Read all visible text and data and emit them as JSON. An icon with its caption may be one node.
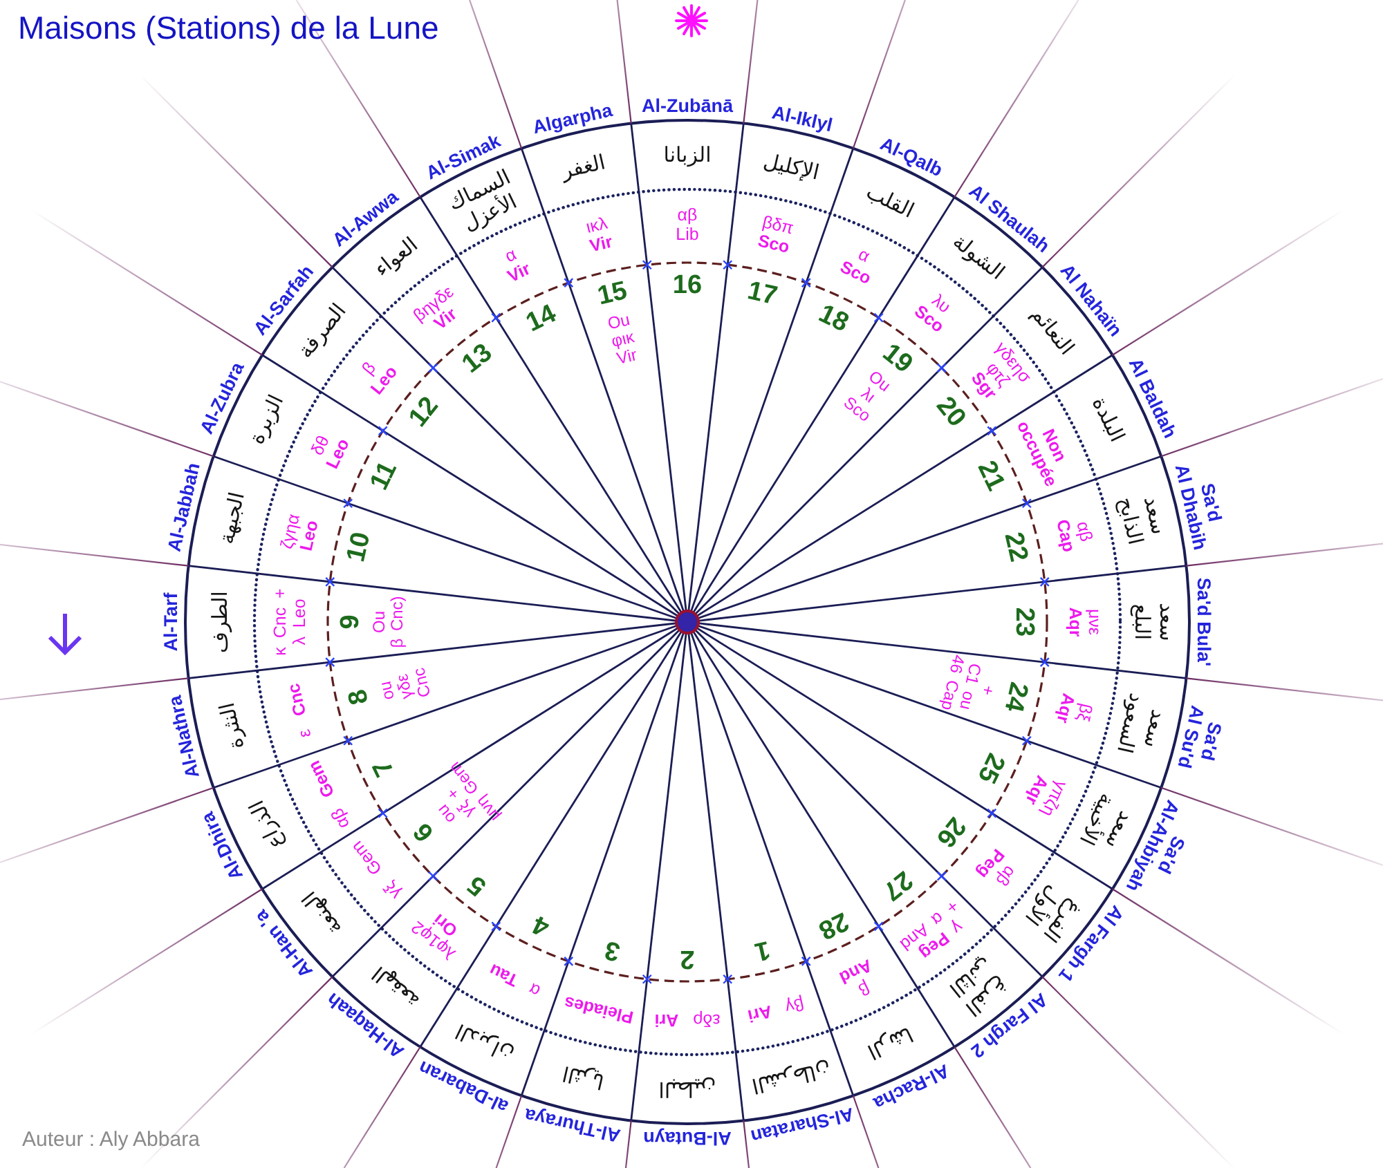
{
  "diagram": {
    "title": "Maisons (Stations) de la Lune",
    "nodes": [
      {
        "text": [
          "Al-Sharatan",
          "الشرطان",
          "βγ **Ari**",
          "1"
        ]
      },
      {
        "text": [
          "Al-Butayn",
          "البطين",
          "εδρ **Ari**",
          "2"
        ]
      },
      {
        "text": [
          "Al-Thuraya",
          "الثريا",
          "Pleiades",
          "3"
        ]
      },
      {
        "text": [
          "al-Dabaran",
          "الدبران",
          "α **Tau**",
          "4"
        ]
      },
      {
        "text": [
          "Al-Haqaah",
          "الهقعة",
          "λφ1φ2 **Ori**",
          "5"
        ]
      },
      {
        "text": [
          "Al-Han 'a",
          "الهنعة",
          "γξ Gem",
          "6",
          "ou γξ + μνη Gem"
        ]
      },
      {
        "text": [
          "Al-Dhira",
          "الذراع",
          "αβ **Gem**",
          "7"
        ]
      },
      {
        "text": [
          "Al-Nathra",
          "النثرة",
          "ε **Cnc**",
          "8",
          "ou γδε Cnc"
        ]
      },
      {
        "text": [
          "Al-Tarf",
          "الطرف",
          "κ Cnc + λ Leo",
          "9",
          "Ou β Cnc)"
        ]
      },
      {
        "text": [
          "Al-Jabbah",
          "الجبهة",
          "ζγηα **Leo**",
          "10"
        ]
      },
      {
        "text": [
          "Al-Zubra",
          "الزبرة",
          "δθ **Leo**",
          "11"
        ]
      },
      {
        "text": [
          "Al-Sarfah",
          "الصرفة",
          "β **Leo**",
          "12"
        ]
      },
      {
        "text": [
          "Al-Awwa",
          "العواء",
          "βηγδε **Vir**",
          "13"
        ]
      },
      {
        "text": [
          "Al-Simak",
          "السماك الأعزل",
          "α **Vir**",
          "14"
        ]
      },
      {
        "text": [
          "Algarpha",
          "الغفر",
          "ικλ **Vir**",
          "15",
          "Ou φικ Vir"
        ]
      },
      {
        "text": [
          "Al-Zubānā",
          "الزبانا",
          "αβ Lib",
          "16"
        ]
      },
      {
        "text": [
          "Al-Iklyl",
          "الإكليل",
          "βδπ **Sco**",
          "17"
        ]
      },
      {
        "text": [
          "Al-Qalb",
          "القلب",
          "α **Sco**",
          "18"
        ]
      },
      {
        "text": [
          "Al Shaulah",
          "الشولة",
          "λυ **Sco**",
          "19",
          "Ou λι Sco"
        ]
      },
      {
        "text": [
          "Al Nahaïn",
          "النعائم",
          "γδεησ φτζ **Sgr**",
          "20"
        ]
      },
      {
        "text": [
          "Al Baldah",
          "البلدة",
          "Non occupée",
          "21"
        ]
      },
      {
        "text": [
          "Sa'd Al Dhabih",
          "سعد الذابح",
          "αβ **Cap**",
          "22"
        ]
      },
      {
        "text": [
          "Sa'd Bula'",
          "سعد البلع",
          "μνε **Aqr**",
          "23"
        ]
      },
      {
        "text": [
          "Sa'd Al Su'd",
          "سعد السعود",
          "βξ **Aqr**",
          "24",
          "+ C1 ou 46 Cap"
        ]
      },
      {
        "text": [
          "Sa'd Al-Ahbiyah",
          "سعد الأخبية",
          "γπζη **Aqr**",
          "25"
        ]
      },
      {
        "text": [
          "Al Fargh 1",
          "الفرغ الأول",
          "αβ **Peg**",
          "26"
        ]
      },
      {
        "text": [
          "Al Fargh 2",
          "الفرغ الثاني",
          "γ **Peg** + α And",
          "27"
        ]
      },
      {
        "text": [
          "Al-Racha",
          "الرشا",
          "β **And**",
          "28"
        ]
      }
    ],
    "labels": [
      "Auteur : Aly Abbara"
    ]
  }
}
